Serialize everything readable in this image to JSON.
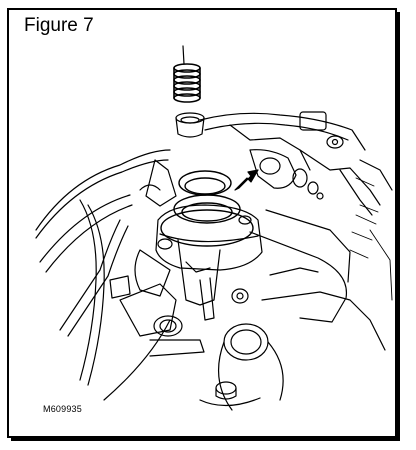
{
  "figure": {
    "title": "Figure 7",
    "reference_code": "M609935",
    "illustration": "engine-assembly-line-drawing",
    "colors": {
      "ink": "#000000",
      "paper": "#ffffff"
    }
  }
}
